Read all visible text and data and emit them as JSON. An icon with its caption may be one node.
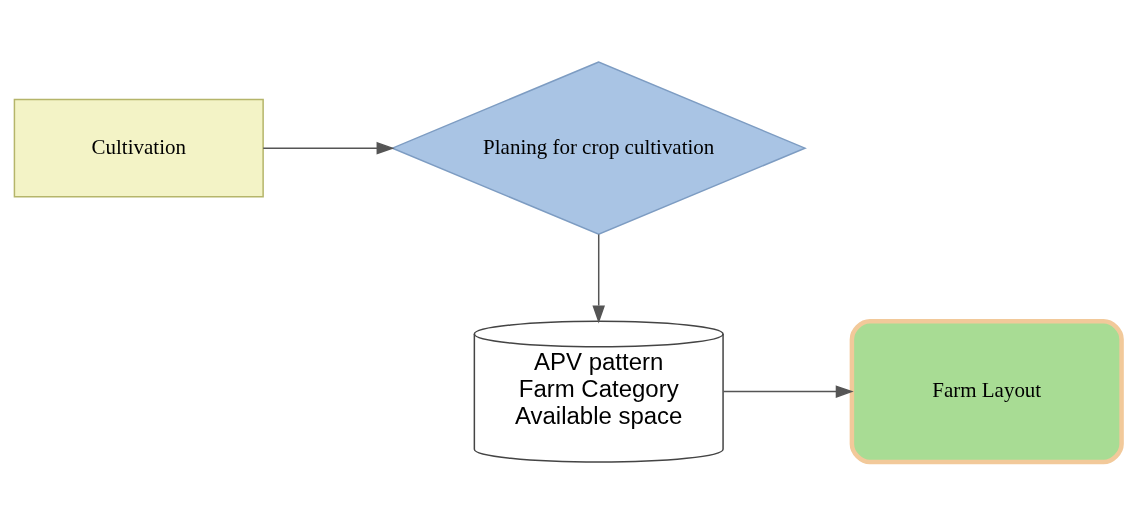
{
  "diagram": {
    "nodes": [
      {
        "text": [
          "Cultivation"
        ]
      },
      {
        "text": [
          "Planing for crop cultivation"
        ]
      },
      {
        "text": [
          "APV pattern",
          "Farm Category",
          "Available space"
        ]
      },
      {
        "text": [
          "Farm Layout"
        ]
      }
    ],
    "edges": [
      {
        "from": 0,
        "to": 1,
        "arrow": "to"
      },
      {
        "from": 1,
        "to": 2,
        "arrow": "to"
      },
      {
        "from": 2,
        "to": 3,
        "arrow": "to"
      }
    ]
  }
}
